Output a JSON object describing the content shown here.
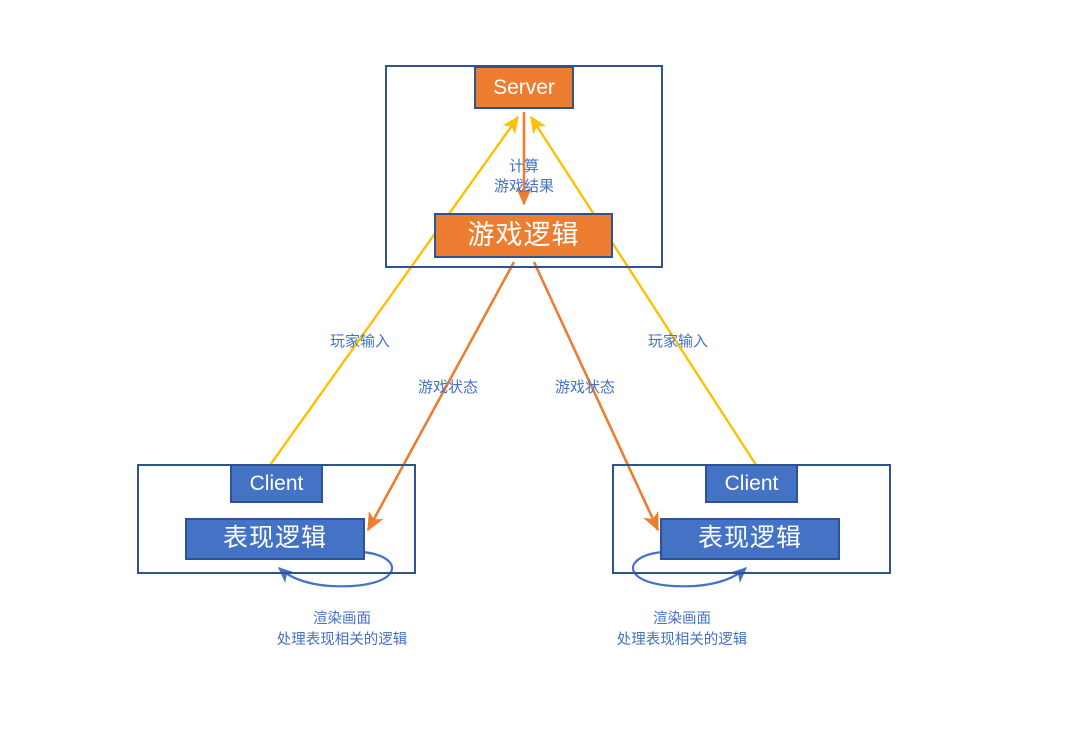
{
  "diagram": {
    "title": "Client-Server Game Logic Architecture",
    "colors": {
      "orange_fill": "#ED7D31",
      "blue_fill": "#4472C4",
      "border_blue": "#2E5395",
      "arrow_yellow": "#FFC000",
      "arrow_orange": "#ED7D31",
      "arrow_blue": "#4472C4",
      "label_blue": "#4472C4",
      "background": "#FFFFFF"
    },
    "server_group": {
      "server_label": "Server",
      "game_logic_label": "游戏逻辑",
      "vertical_edge_label_line1": "计算",
      "vertical_edge_label_line2": "游戏结果"
    },
    "clients": [
      {
        "client_label": "Client",
        "view_logic_label": "表现逻辑",
        "input_edge_label": "玩家输入",
        "state_edge_label": "游戏状态",
        "caption_line1": "渲染画面",
        "caption_line2": "处理表现相关的逻辑"
      },
      {
        "client_label": "Client",
        "view_logic_label": "表现逻辑",
        "input_edge_label": "玩家输入",
        "state_edge_label": "游戏状态",
        "caption_line1": "渲染画面",
        "caption_line2": "处理表现相关的逻辑"
      }
    ]
  }
}
